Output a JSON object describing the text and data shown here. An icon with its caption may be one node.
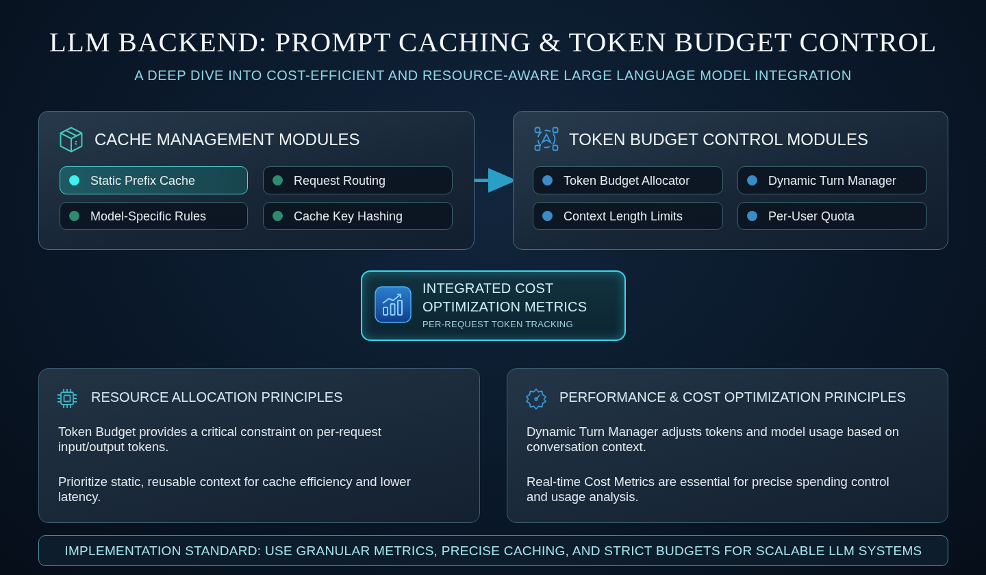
{
  "diagram": {
    "title": "LLM BACKEND: PROMPT CACHING & TOKEN BUDGET CONTROL",
    "nodes": [
      {
        "text": [
          "CACHE MANAGEMENT MODULES"
        ]
      },
      {
        "text": [
          "Static Prefix Cache"
        ],
        "in": 0
      },
      {
        "text": [
          "Request Routing"
        ],
        "in": 0
      },
      {
        "text": [
          "Model-Specific Rules"
        ],
        "in": 0
      },
      {
        "text": [
          "Cache Key Hashing"
        ],
        "in": 0
      },
      {
        "text": [
          "TOKEN BUDGET CONTROL MODULES"
        ]
      },
      {
        "text": [
          "Token Budget Allocator"
        ],
        "in": 5
      },
      {
        "text": [
          "Dynamic Turn Manager"
        ],
        "in": 5
      },
      {
        "text": [
          "Context Length Limits"
        ],
        "in": 5
      },
      {
        "text": [
          "Per-User Quota"
        ],
        "in": 5
      },
      {
        "text": [
          "INTEGRATED COST OPTIMIZATION METRICS",
          "PER-REQUEST TOKEN TRACKING"
        ]
      },
      {
        "text": [
          "RESOURCE ALLOCATION PRINCIPLES",
          "Token Budget provides a critical constraint on per-request input/output tokens.",
          "Prioritize static, reusable context for cache efficiency and lower latency."
        ]
      },
      {
        "text": [
          "PERFORMANCE & COST OPTIMIZATION PRINCIPLES",
          "Dynamic Turn Manager adjusts tokens and model usage based on conversation context.",
          "Real-time Cost Metrics are essential for precise spending control and usage analysis."
        ]
      },
      {
        "text": [
          "IMPLEMENTATION STANDARD: USE GRANULAR METRICS, PRECISE CACHING, AND STRICT BUDGETS FOR SCALABLE LLM SYSTEMS"
        ]
      }
    ],
    "edges": [
      {
        "from": 0,
        "to": 5,
        "arrow": "to"
      }
    ],
    "labels": [
      "A DEEP DIVE INTO COST-EFFICIENT AND RESOURCE-AWARE LARGE LANGUAGE MODEL INTEGRATION"
    ]
  }
}
